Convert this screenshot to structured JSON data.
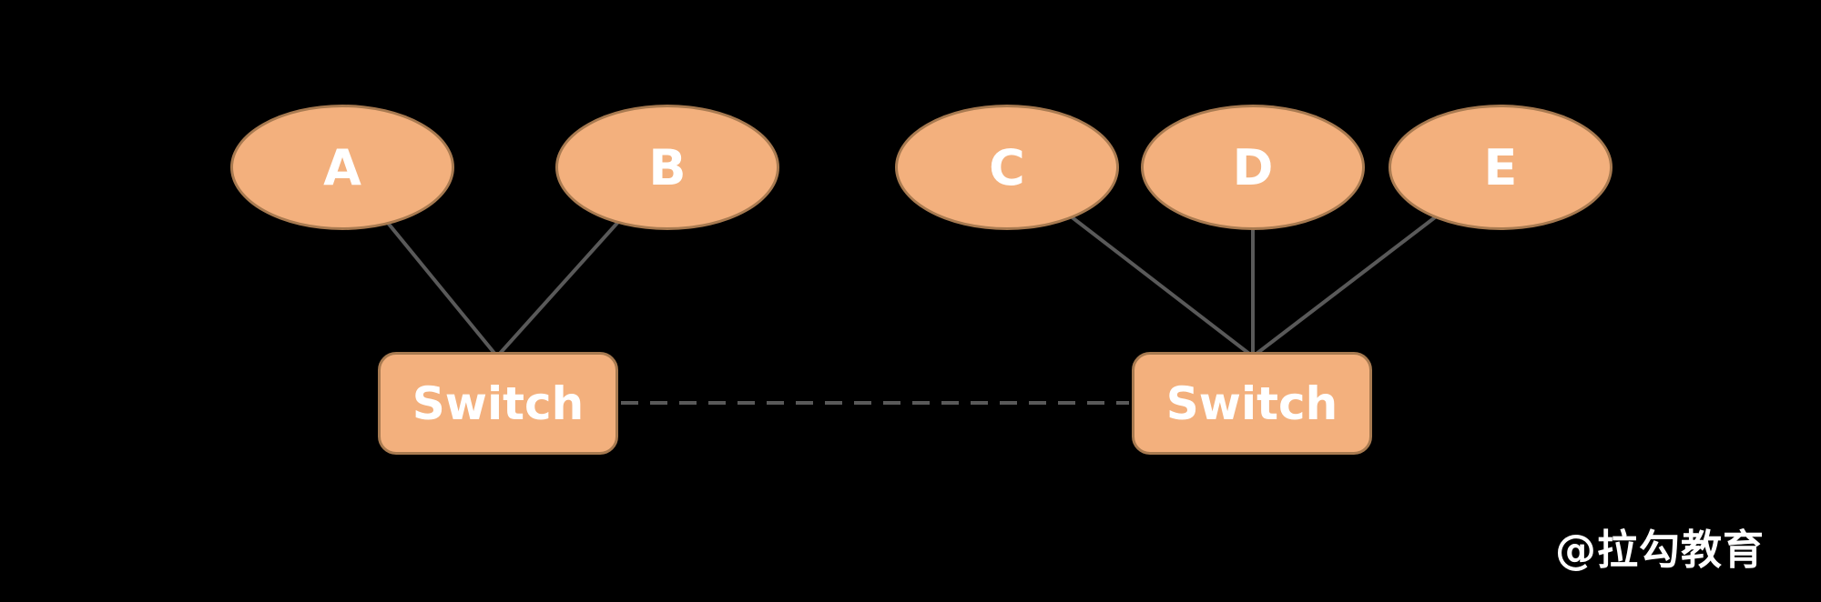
{
  "diagram": {
    "type": "network-topology",
    "description": "Five hosts connected to two switches linked by a dashed trunk line",
    "colors": {
      "background": "#000000",
      "node_fill": "#F3B07D",
      "node_border": "#A87A50",
      "line": "#595959",
      "text": "#FFFFFF"
    },
    "hosts": [
      {
        "id": "A",
        "label": "A",
        "shape": "ellipse"
      },
      {
        "id": "B",
        "label": "B",
        "shape": "ellipse"
      },
      {
        "id": "C",
        "label": "C",
        "shape": "ellipse"
      },
      {
        "id": "D",
        "label": "D",
        "shape": "ellipse"
      },
      {
        "id": "E",
        "label": "E",
        "shape": "ellipse"
      }
    ],
    "switches": [
      {
        "id": "switch-left",
        "label": "Switch",
        "shape": "rounded-rect"
      },
      {
        "id": "switch-right",
        "label": "Switch",
        "shape": "rounded-rect"
      }
    ],
    "links": [
      {
        "from": "A",
        "to": "switch-left",
        "style": "solid"
      },
      {
        "from": "B",
        "to": "switch-left",
        "style": "solid"
      },
      {
        "from": "C",
        "to": "switch-right",
        "style": "solid"
      },
      {
        "from": "D",
        "to": "switch-right",
        "style": "solid"
      },
      {
        "from": "E",
        "to": "switch-right",
        "style": "solid"
      },
      {
        "from": "switch-left",
        "to": "switch-right",
        "style": "dashed"
      }
    ],
    "watermark": "@拉勾教育"
  }
}
